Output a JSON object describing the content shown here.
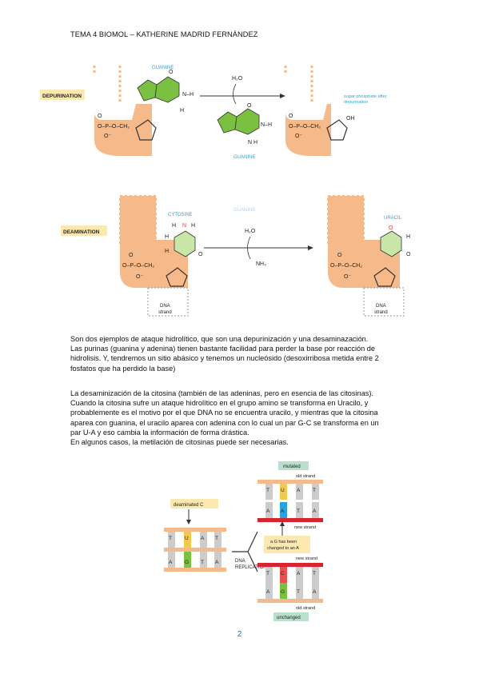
{
  "header": "TEMA 4 BIOMOL – KATHERINE MADRID FERNÁNDEZ",
  "figure1": {
    "label": "DEPURINATION",
    "base_name": "GUANINE",
    "released_name": "GUANINE",
    "water": "H₂O",
    "product_note_1": "sugar phosphate after",
    "product_note_2": "depurination"
  },
  "figure2": {
    "label": "DEAMINATION",
    "base_name": "CYTOSINE",
    "faded_name": "GUANINE",
    "product_name": "URACIL",
    "water": "H₂O",
    "ammonia": "NH₃",
    "strand_1": "DNA",
    "strand_2": "strand"
  },
  "paragraph1": [
    "Son dos ejemplos de ataque hidrolítico, que son una depurinización y una desaminazación.",
    "Las purinas (guanina y adenina) tienen bastante facilidad para perder la base por reacción de",
    "hidrolisis. Y, tendremos un sitio abásico y tenemos un nucleósido (desoxirribosa metida entre 2",
    "fosfatos que ha perdido la base)"
  ],
  "paragraph2": [
    "La desaminización de la citosina (también de las adeninas, pero en esencia de las citosinas).",
    "Cuando la citosina sufre un ataque hidrolítico en el grupo amino se transforma en Uracilo, y",
    "probablemente es el motivo por el que DNA no se encuentra uracilo, y mientras que la citosina",
    "aparea con guanina, el uracilo aparea con adenina con lo cual un par G-C se transforma en un",
    "par U-A y eso cambia la información de forma drástica.",
    "En algunos casos, la metilación de citosinas puede ser necesarias."
  ],
  "figure3": {
    "deaminated": "deaminated C",
    "replication_1": "DNA",
    "replication_2": "REPLICATION",
    "mutated": "mutated",
    "unchanged": "unchanged",
    "old_strand": "old strand",
    "new_strand": "new strand",
    "note_1": "a G has been",
    "note_2": "changed to an A",
    "left_top": [
      "T",
      "U",
      "A",
      "T"
    ],
    "left_bottom": [
      "A",
      "G",
      "T",
      "A"
    ],
    "mut_top": [
      "T",
      "U",
      "A",
      "T"
    ],
    "mut_bottom": [
      "A",
      "A",
      "T",
      "A"
    ],
    "unc_top": [
      "T",
      "C",
      "A",
      "T"
    ],
    "unc_bottom": [
      "A",
      "G",
      "T",
      "A"
    ]
  },
  "page_number": "2",
  "colors": {
    "tan": "#f6b98a",
    "green_ring": "#7ac142",
    "blue_label": "#29a3dd",
    "red_strand": "#d9232e"
  }
}
